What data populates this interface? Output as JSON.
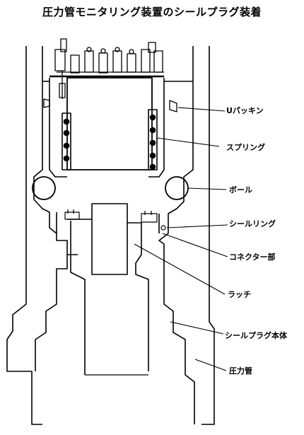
{
  "title": "圧力管モニタリング装置のシールプラグ装着",
  "labels": [
    {
      "id": "u-packing",
      "text": "Uパッキン"
    },
    {
      "id": "spring",
      "text": "スプリング"
    },
    {
      "id": "ball",
      "text": "ボール"
    },
    {
      "id": "seal-ring",
      "text": "シールリング"
    },
    {
      "id": "connector",
      "text": "コネクター部"
    },
    {
      "id": "latch",
      "text": "ラッチ"
    },
    {
      "id": "seal-plug-body",
      "text": "シールプラグ本体"
    },
    {
      "id": "pressure-tube",
      "text": "圧力管"
    }
  ]
}
